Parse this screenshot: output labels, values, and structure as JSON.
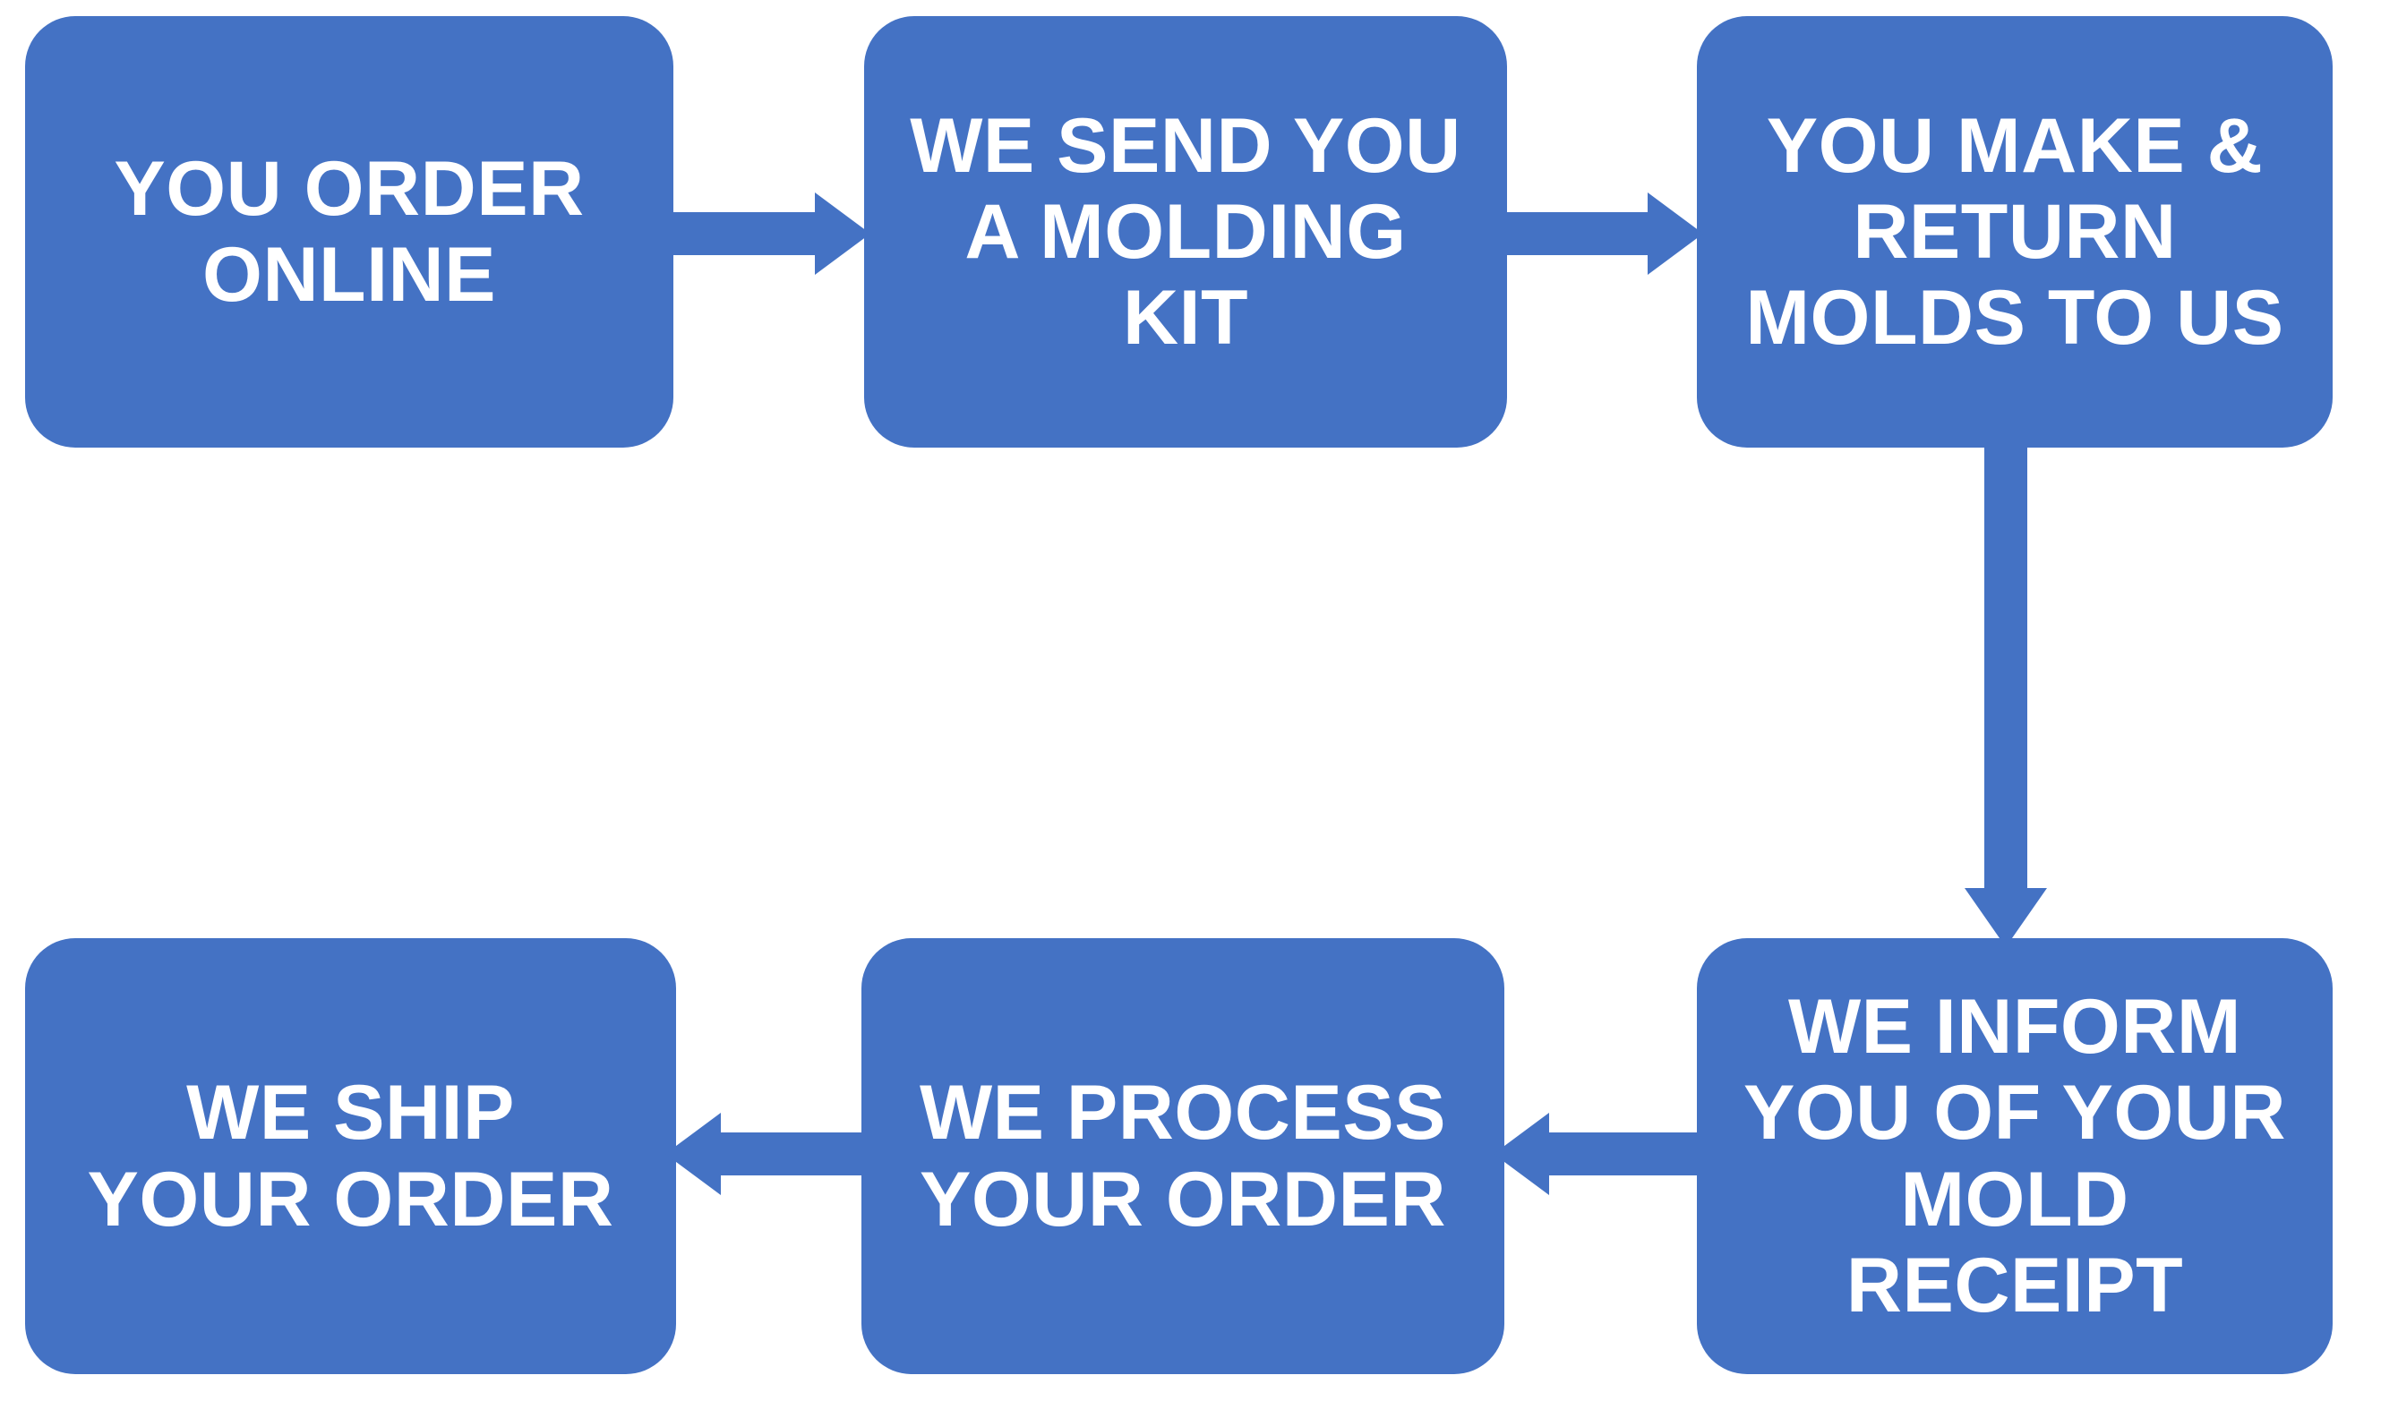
{
  "diagram": {
    "title": "Order Process Flowchart",
    "accent_color": "#4472C4",
    "text_color": "#FFFFFF",
    "background_color": "#FFFFFF",
    "nodes": [
      {
        "id": "you-order-online",
        "label": "YOU ORDER\nONLINE",
        "step": 1,
        "row": "top"
      },
      {
        "id": "we-send-molding-kit",
        "label": "WE SEND YOU\nA MOLDING\nKIT",
        "step": 2,
        "row": "top"
      },
      {
        "id": "you-make-return-molds",
        "label": "YOU MAKE &\nRETURN\nMOLDS TO US",
        "step": 3,
        "row": "top"
      },
      {
        "id": "we-inform-mold-receipt",
        "label": "WE INFORM\nYOU OF YOUR\nMOLD\nRECEIPT",
        "step": 4,
        "row": "bottom"
      },
      {
        "id": "we-process-your-order",
        "label": "WE PROCESS\nYOUR ORDER",
        "step": 5,
        "row": "bottom"
      },
      {
        "id": "we-ship-your-order",
        "label": "WE SHIP\nYOUR ORDER",
        "step": 6,
        "row": "bottom"
      }
    ],
    "connectors": [
      {
        "id": "arrow-1",
        "from": "you-order-online",
        "to": "we-send-molding-kit",
        "direction": "right"
      },
      {
        "id": "arrow-2",
        "from": "we-send-molding-kit",
        "to": "you-make-return-molds",
        "direction": "right"
      },
      {
        "id": "arrow-3",
        "from": "you-make-return-molds",
        "to": "we-inform-mold-receipt",
        "direction": "down"
      },
      {
        "id": "arrow-4",
        "from": "we-inform-mold-receipt",
        "to": "we-process-your-order",
        "direction": "left"
      },
      {
        "id": "arrow-5",
        "from": "we-process-your-order",
        "to": "we-ship-your-order",
        "direction": "left"
      }
    ]
  }
}
